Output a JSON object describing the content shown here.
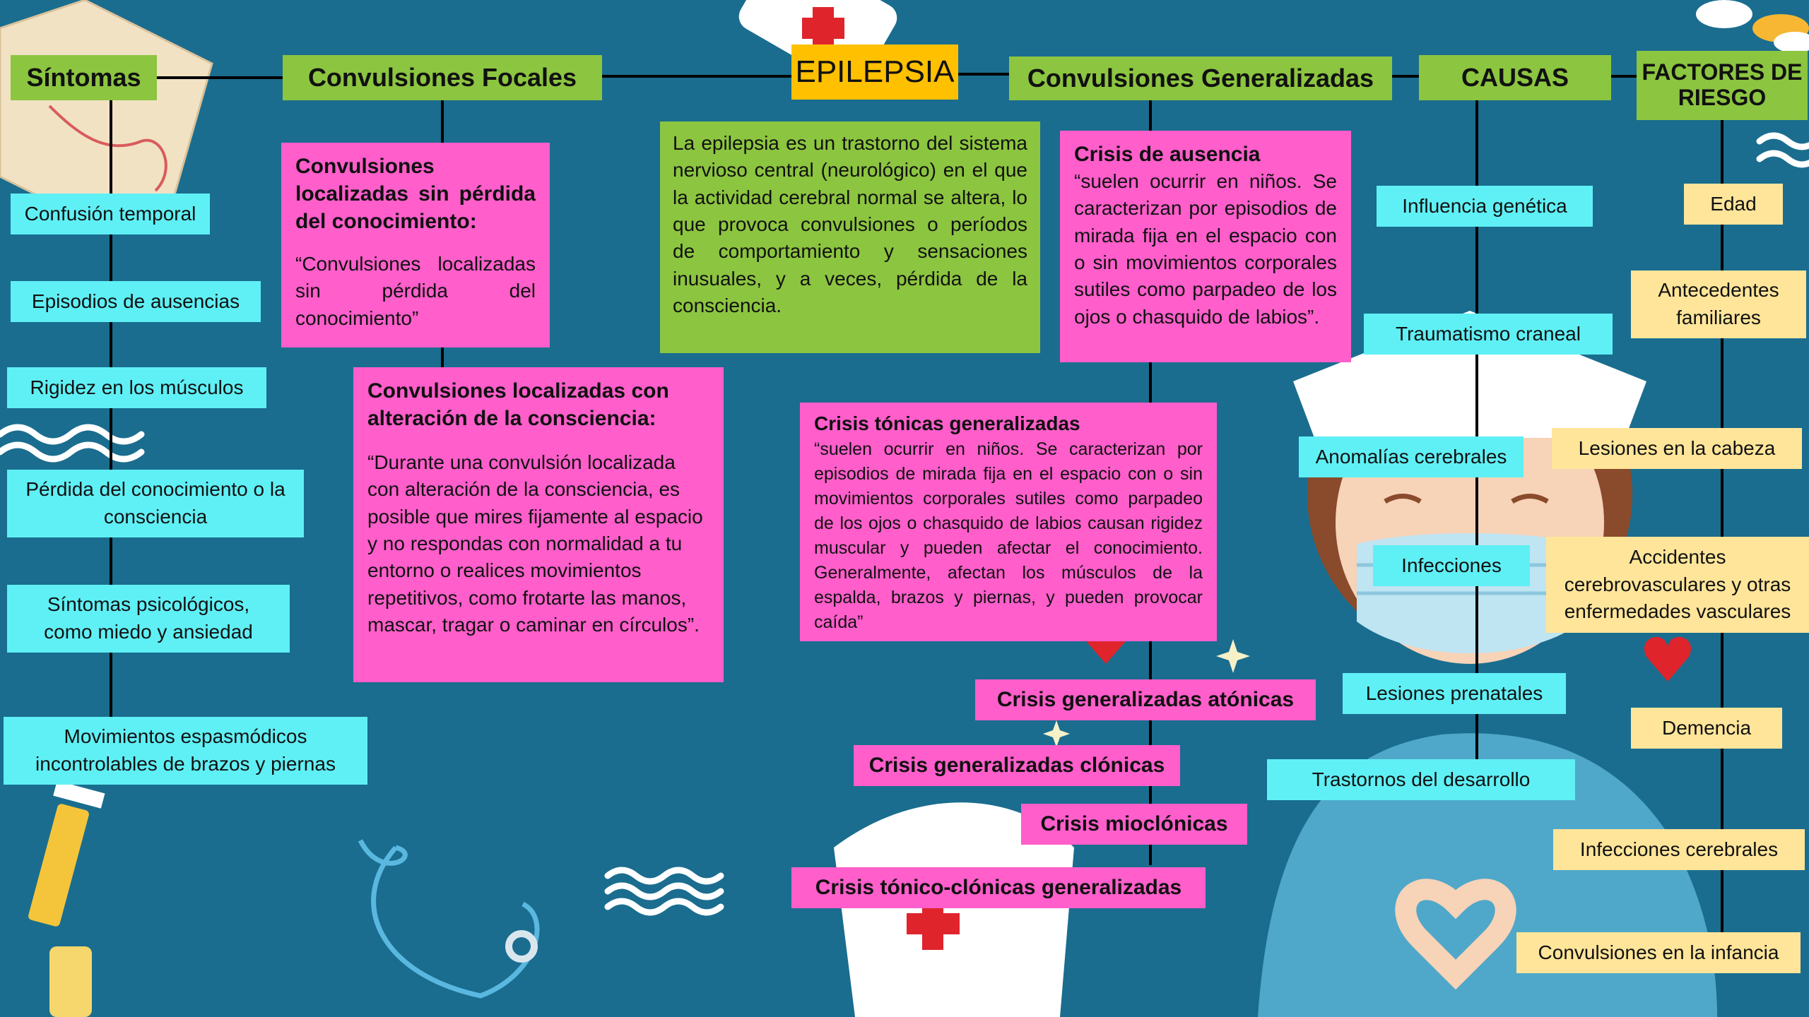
{
  "title": "EPILEPSIA",
  "definition": "La epilepsia es un trastorno del sistema nervioso central (neurológico) en el que la actividad cerebral normal se altera, lo que provoca convulsiones o períodos de comportamiento y sensaciones inusuales, y a veces, pérdida de la consciencia.",
  "sintomas": {
    "header": "Síntomas",
    "items": [
      "Confusión temporal",
      "Episodios de ausencias",
      "Rigidez en los músculos",
      "Pérdida del conocimiento o la consciencia",
      "Síntomas psicológicos, como miedo y ansiedad",
      "Movimientos espasmódicos incontrolables de brazos y piernas"
    ]
  },
  "focales": {
    "header": "Convulsiones Focales",
    "box1": {
      "title": "Convulsiones localizadas sin pérdida del conocimiento:",
      "text": "“Convulsiones localizadas sin pérdida del conocimiento”"
    },
    "box2": {
      "title": "Convulsiones localizadas con alteración de la consciencia:",
      "text": "“Durante una convulsión localizada con alteración de la consciencia, es posible que mires fijamente al espacio y no respondas con normalidad a tu entorno o realices movimientos repetitivos, como frotarte las manos, mascar, tragar o caminar en círculos”."
    }
  },
  "generalizadas": {
    "header": "Convulsiones Generalizadas",
    "ausencia": {
      "title": "Crisis de ausencia",
      "text": "“suelen ocurrir en niños. Se caracterizan por episodios de mirada fija en el espacio con o sin movimientos corporales sutiles como parpadeo de los ojos o chasquido de labios”."
    },
    "tonicas": {
      "title": "Crisis tónicas generalizadas",
      "text": "“suelen ocurrir en niños. Se caracterizan por episodios de mirada fija en el espacio con o sin movimientos corporales sutiles como parpadeo de los ojos o chasquido de labios causan rigidez muscular y pueden afectar el conocimiento. Generalmente, afectan los músculos de la espalda, brazos y piernas, y pueden provocar caída”"
    },
    "crisis": [
      "Crisis generalizadas atónicas",
      "Crisis generalizadas clónicas",
      "Crisis mioclónicas",
      "Crisis tónico-clónicas generalizadas"
    ]
  },
  "causas": {
    "header": "CAUSAS",
    "items": [
      "Influencia genética",
      "Traumatismo craneal",
      "Anomalías cerebrales",
      "Infecciones",
      "Lesiones prenatales",
      "Trastornos del desarrollo"
    ]
  },
  "factores": {
    "header": "FACTORES DE RIESGO",
    "items": [
      "Edad",
      "Antecedentes familiares",
      "Lesiones en la cabeza",
      "Accidentes cerebrovasculares y otras enfermedades vasculares",
      "Demencia",
      "Infecciones cerebrales",
      "Convulsiones en la infancia"
    ]
  },
  "colors": {
    "background": "#1a6d8f",
    "header_green": "#8cc540",
    "title_gold": "#ffc000",
    "item_cyan": "#5ff0f5",
    "detail_pink": "#ff5ecb",
    "risk_yellow": "#ffe59a"
  }
}
